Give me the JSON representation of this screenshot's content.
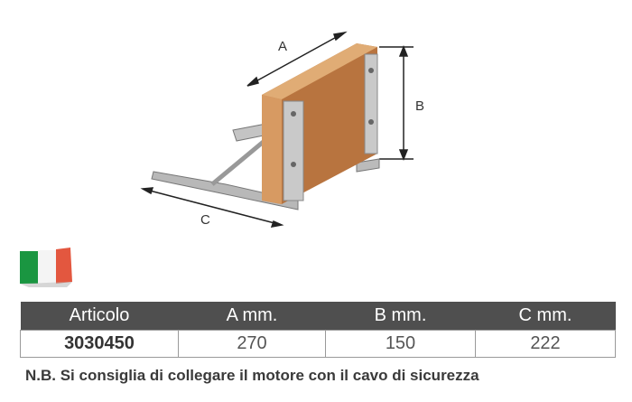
{
  "illustration": {
    "label_a": "A",
    "label_b": "B",
    "label_c": "C"
  },
  "table": {
    "headers": [
      "Articolo",
      "A mm.",
      "B mm.",
      "C mm."
    ],
    "rows": [
      [
        "3030450",
        "270",
        "150",
        "222"
      ]
    ]
  },
  "note": "N.B. Si consiglia di collegare il motore con il cavo di sicurezza",
  "colors": {
    "header_bg": "#4f4f4f",
    "wood": "#c98a52"
  }
}
